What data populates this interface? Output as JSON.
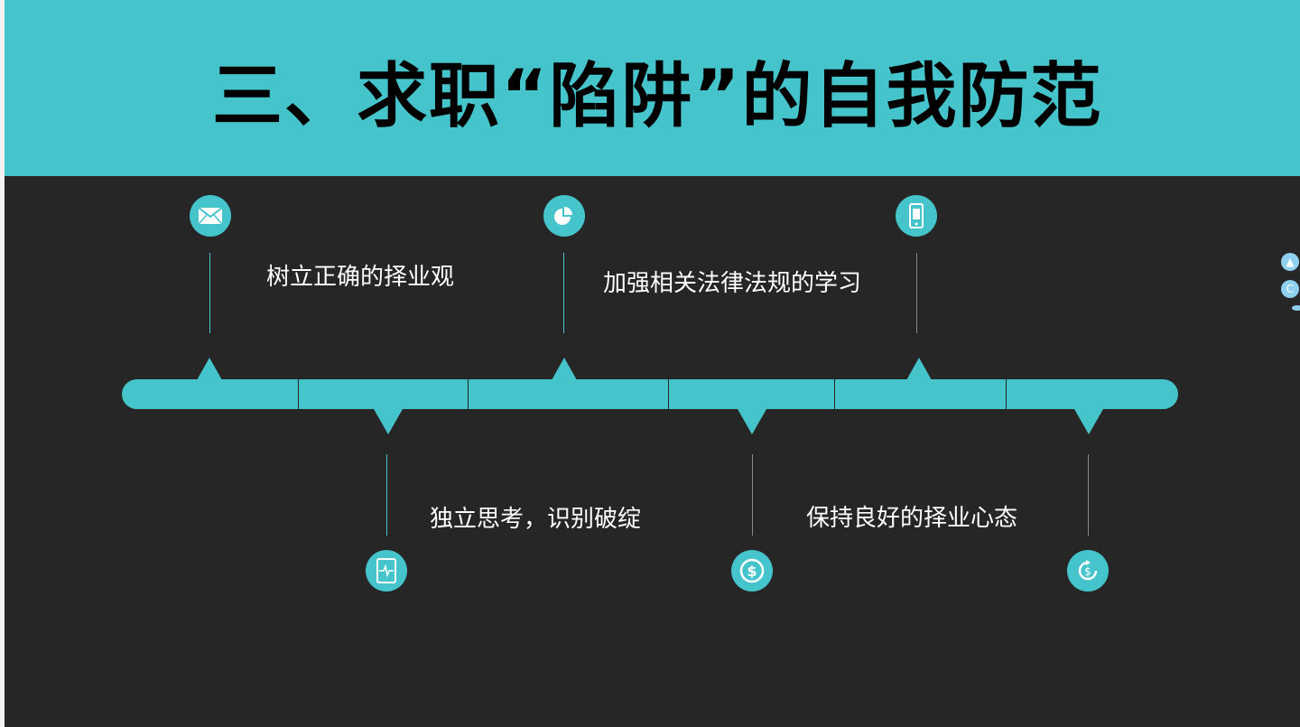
{
  "title": "三、求职“陷阱”的自我防范",
  "colors": {
    "accent": "#45c4cc",
    "background": "#262626"
  },
  "timeline": [
    {
      "label": "树立正确的择业观",
      "icon": "mail-icon"
    },
    {
      "label": "独立思考，识别破绽",
      "icon": "tablet-pulse-icon"
    },
    {
      "label": "加强相关法律法规的学习",
      "icon": "pie-chart-icon"
    },
    {
      "label": "保持良好的择业心态",
      "icon": "dollar-coin-icon"
    },
    {
      "label": "",
      "icon": "mobile-phone-icon"
    },
    {
      "label": "",
      "icon": "dollar-refresh-icon"
    }
  ],
  "side_widgets": {
    "c_label": "C"
  }
}
